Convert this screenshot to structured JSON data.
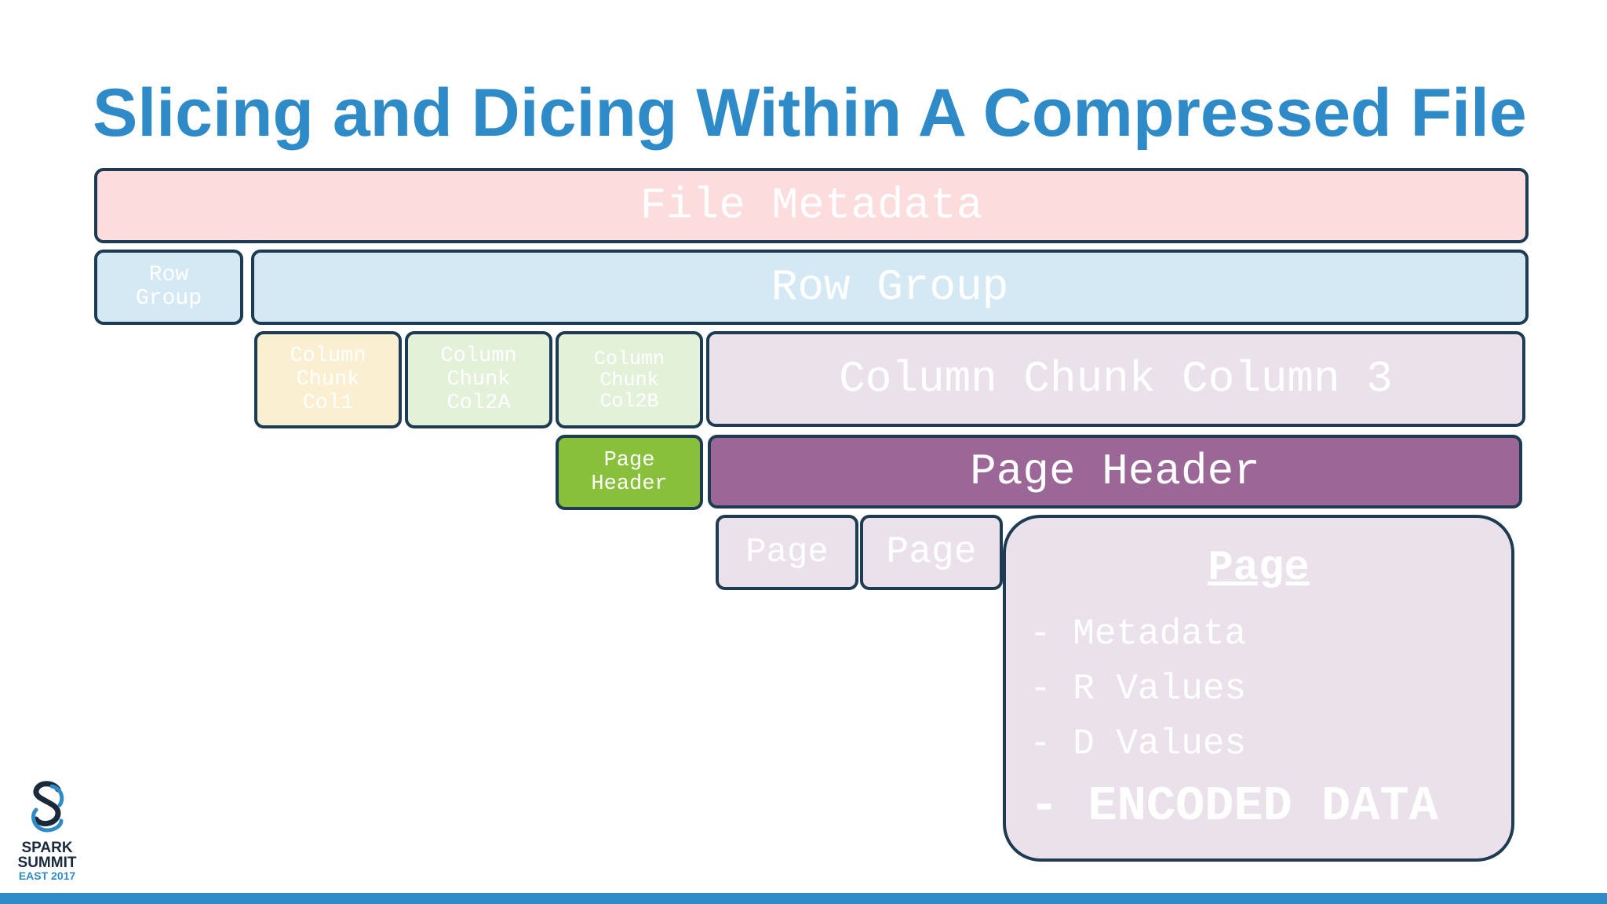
{
  "title": "Slicing and Dicing Within A Compressed File",
  "diagram": {
    "file_metadata": "File Metadata",
    "row_group_small": [
      "Row",
      "Group"
    ],
    "row_group_large": "Row Group",
    "column_chunk_col1": [
      "Column",
      "Chunk",
      "Col1"
    ],
    "column_chunk_col2a": [
      "Column",
      "Chunk",
      "Col2A"
    ],
    "column_chunk_col2b": [
      "Column",
      "Chunk",
      "Col2B"
    ],
    "column_chunk_col3": "Column Chunk Column 3",
    "page_header_small": [
      "Page",
      "Header"
    ],
    "page_header_large": "Page Header",
    "page_a": "Page",
    "page_b": "Page",
    "page_detail": {
      "title": "Page",
      "items": [
        "- Metadata",
        "- R Values",
        "- D Values",
        "- ENCODED DATA"
      ]
    }
  },
  "logo": {
    "line1": "SPARK",
    "line2": "SUMMIT",
    "line3": "EAST 2017"
  },
  "colors": {
    "title": "#2e8bc7",
    "file_metadata": "#fcdcdc",
    "row_group": "#d5e9f5",
    "column_chunk_col1": "#fbefd2",
    "column_chunk_col2": "#e3f1d9",
    "column_chunk_col3": "#ebe1ea",
    "page_header_small": "#88bf3b",
    "page_header_large": "#9b6796",
    "border": "#1d3b52",
    "bottom_bar": "#2e8bc7"
  }
}
